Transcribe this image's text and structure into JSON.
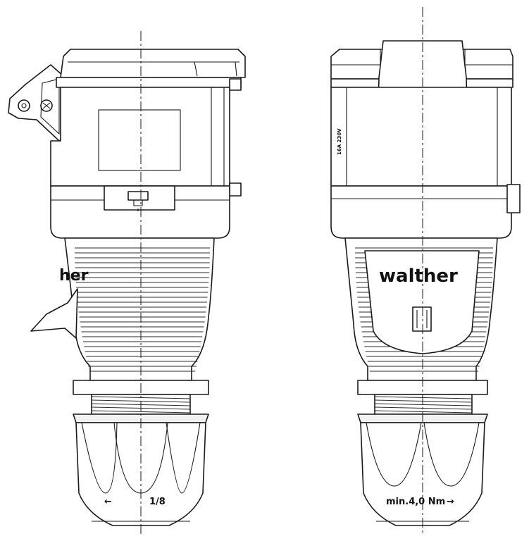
{
  "brand": {
    "front_text": "walther",
    "side_text": "her"
  },
  "markings": {
    "torque_side": "min.4,0 Nm",
    "angle_side": "1/8"
  },
  "colors": {
    "line": "#1a1a1a",
    "fill": "#ffffff"
  }
}
